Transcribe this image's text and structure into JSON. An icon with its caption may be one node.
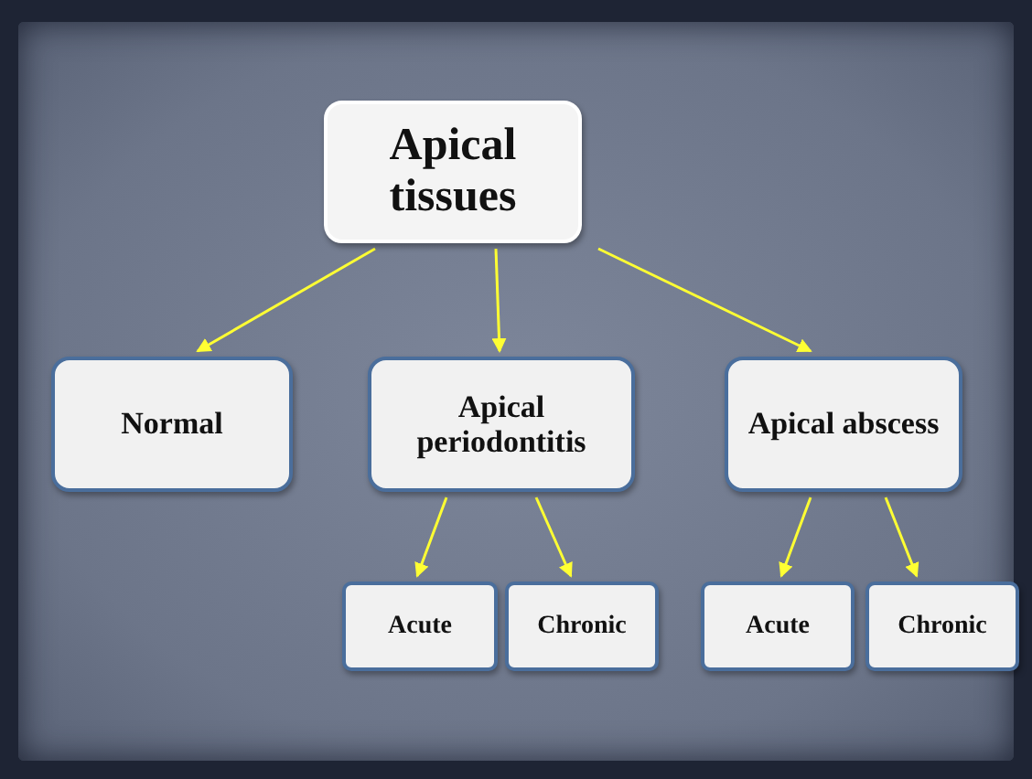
{
  "diagram": {
    "nodes": [
      {
        "text": [
          "Apical tissues"
        ]
      },
      {
        "text": [
          "Normal"
        ]
      },
      {
        "text": [
          "Apical periodontitis"
        ]
      },
      {
        "text": [
          "Apical abscess"
        ]
      },
      {
        "text": [
          "Acute"
        ]
      },
      {
        "text": [
          "Chronic"
        ]
      },
      {
        "text": [
          "Acute"
        ]
      },
      {
        "text": [
          "Chronic"
        ]
      }
    ],
    "edges": [
      {
        "from": 0,
        "to": 1,
        "arrow": "to"
      },
      {
        "from": 0,
        "to": 2,
        "arrow": "to"
      },
      {
        "from": 0,
        "to": 3,
        "arrow": "to"
      },
      {
        "from": 2,
        "to": 4,
        "arrow": "to"
      },
      {
        "from": 2,
        "to": 5,
        "arrow": "to"
      },
      {
        "from": 3,
        "to": 6,
        "arrow": "to"
      },
      {
        "from": 3,
        "to": 7,
        "arrow": "to"
      }
    ]
  }
}
